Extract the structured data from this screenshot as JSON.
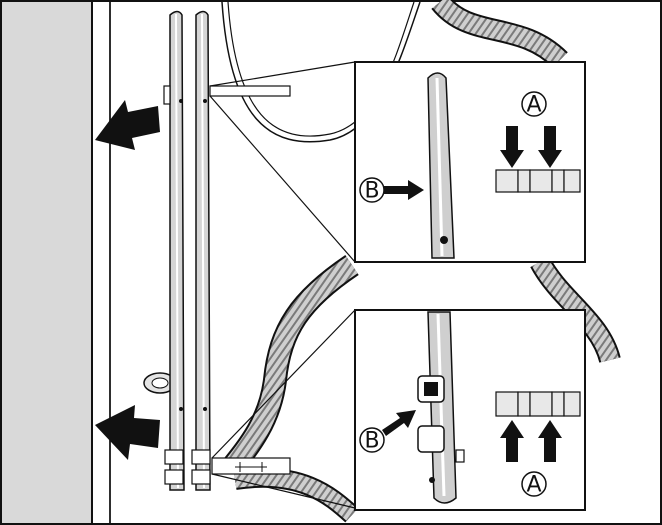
{
  "labels": {
    "top_b": "B",
    "top_a": "A",
    "bottom_b": "B",
    "bottom_a": "A"
  },
  "colors": {
    "wall": "#d9d9d9",
    "line": "#111111",
    "hose": "#bdbdbd",
    "panel": "#ffffff"
  }
}
